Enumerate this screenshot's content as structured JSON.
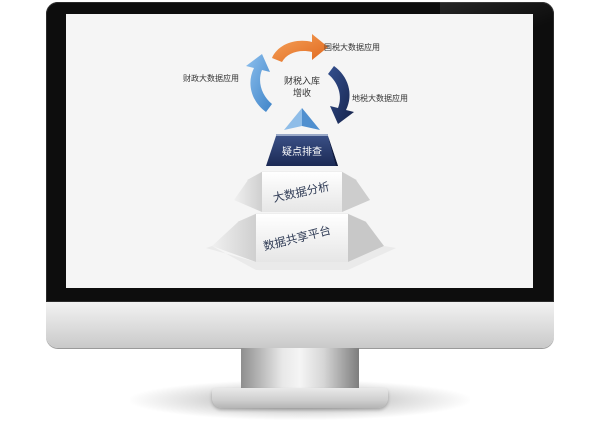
{
  "diagram": {
    "center": {
      "line1": "财税入库",
      "line2": "增收"
    },
    "cycle_labels": {
      "top_right": "国税大数据应用",
      "left": "财政大数据应用",
      "right": "地税大数据应用"
    },
    "pyramid_levels": [
      {
        "label": "疑点排查"
      },
      {
        "label": "大数据分析"
      },
      {
        "label": "数据共享平台"
      }
    ]
  },
  "colors": {
    "orange_arrow": "#ef7d2c",
    "blue_arrow": "#5b9bd5",
    "navy_arrow": "#1f2f63",
    "pyramid_top": "#2c3e70",
    "pyramid_apex": "#6fa6db"
  }
}
